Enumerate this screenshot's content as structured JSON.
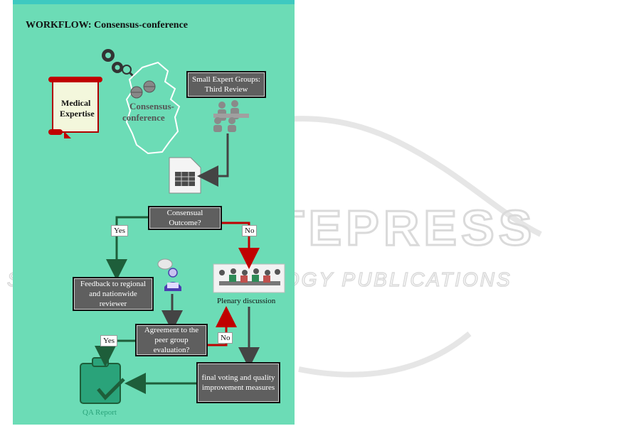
{
  "title": "WORKFLOW: Consensus-conference",
  "scroll_text": [
    "Medical",
    "Expertise"
  ],
  "map_text": [
    "Consensus-",
    "conference"
  ],
  "boxes": {
    "small_expert": "Small Expert Groups: Third Review",
    "consensual": "Consensual Outcome?",
    "feedback": "Feedback to regional and nationwide reviewer",
    "agreement": "Agreement to the peer group evaluation?",
    "final_voting": "final voting and quality improvement measures"
  },
  "labels": {
    "yes1": "Yes",
    "no1": "No",
    "yes2": "Yes",
    "no2": "No",
    "plenary": "Plenary discussion",
    "qa_report": "QA Report"
  },
  "watermark": {
    "main": "SCITEPRESS",
    "sub": "SCIENCE AND TECHNOLOGY PUBLICATIONS"
  },
  "colors": {
    "panel": "#6cdcb6",
    "box": "#5f5f5f",
    "red_arrow": "#c00000",
    "green_arrow": "#1e5e3a",
    "gray_arrow": "#444444"
  },
  "icons": [
    "gears-icon",
    "scroll-icon",
    "germany-map-icon",
    "globe-icon",
    "people-group-icon",
    "document-table-icon",
    "speaker-person-icon",
    "meeting-photo-icon",
    "clipboard-check-icon"
  ]
}
